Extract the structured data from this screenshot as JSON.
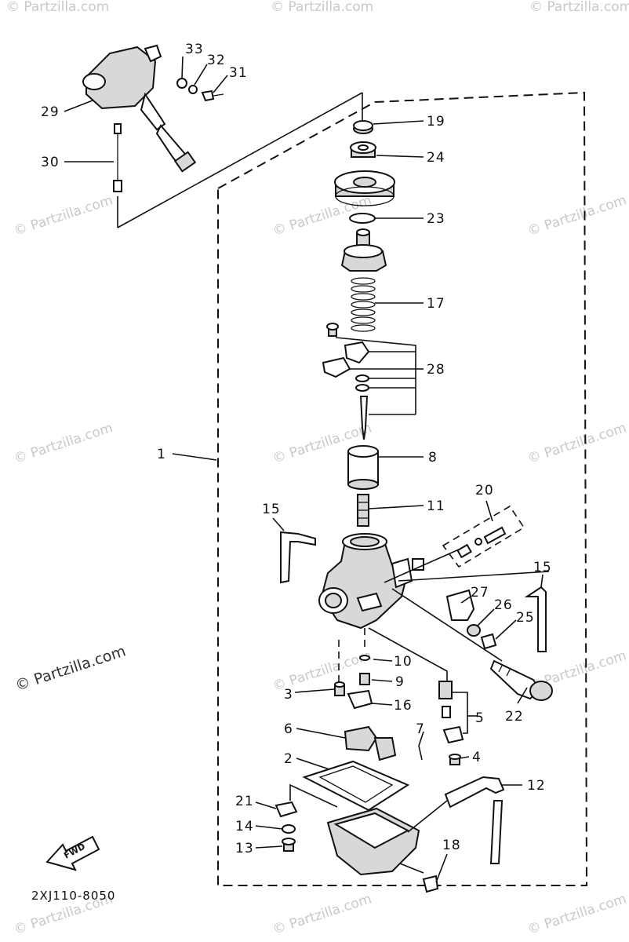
{
  "watermark": {
    "text": "© Partzilla.com"
  },
  "drawing_code": "2XJ110-8050",
  "fwd_label": "FWD",
  "callouts": {
    "c1": "1",
    "c2": "2",
    "c3": "3",
    "c4": "4",
    "c5": "5",
    "c6": "6",
    "c7": "7",
    "c8": "8",
    "c9": "9",
    "c10": "10",
    "c11": "11",
    "c12": "12",
    "c13": "13",
    "c14": "14",
    "c15a": "15",
    "c15b": "15",
    "c16": "16",
    "c17": "17",
    "c18": "18",
    "c19": "19",
    "c20": "20",
    "c21": "21",
    "c22": "22",
    "c23": "23",
    "c24": "24",
    "c25": "25",
    "c26": "26",
    "c27": "27",
    "c28": "28",
    "c29": "29",
    "c30": "30",
    "c31": "31",
    "c32": "32",
    "c33": "33"
  }
}
